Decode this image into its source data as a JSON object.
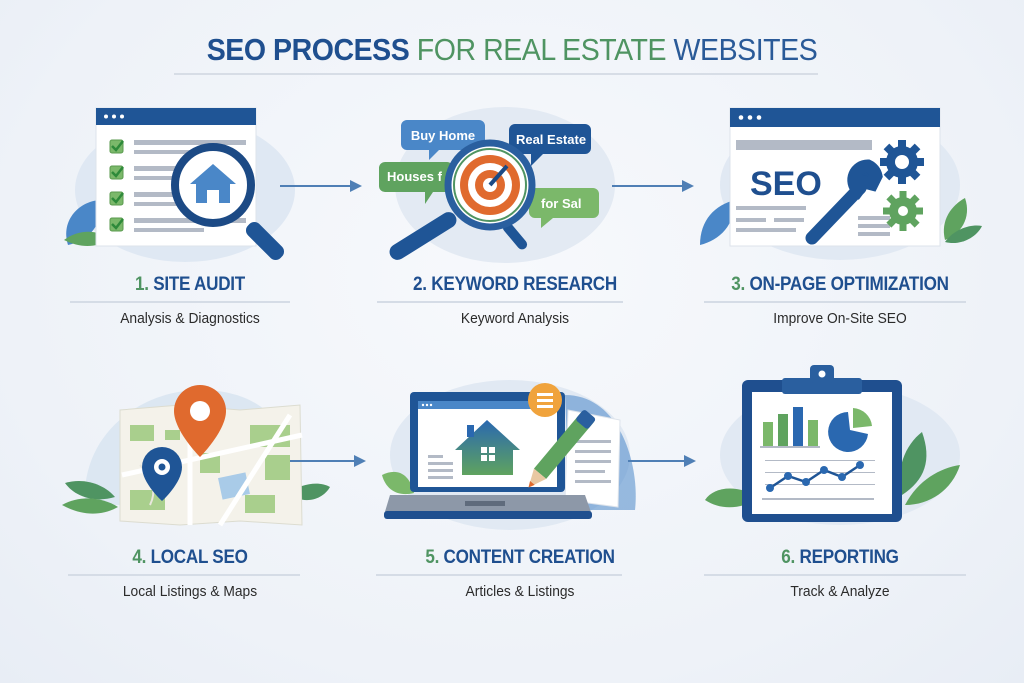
{
  "title": {
    "part1": "SEO PROCESS",
    "part2": "FOR REAL ESTATE",
    "part3": "WEBSITES"
  },
  "colors": {
    "primary_blue": "#1f4f8f",
    "accent_green": "#4f9462",
    "light_blue": "#4a87c8",
    "orange": "#e06a2e",
    "background": "#eef2f8"
  },
  "steps": [
    {
      "number": "1.",
      "title": "SITE AUDIT",
      "subtitle": "Analysis & Diagnostics",
      "icon": "browser-checklist-magnifier-house-icon"
    },
    {
      "number": "2.",
      "title": "KEYWORD RESEARCH",
      "subtitle": "Keyword Analysis",
      "icon": "magnifier-target-keywords-icon",
      "bubbles": [
        "Buy Home",
        "Real Estate",
        "Houses f",
        "for Sal"
      ]
    },
    {
      "number": "3.",
      "title": "ON-PAGE OPTIMIZATION",
      "subtitle": "Improve On-Site SEO",
      "icon": "browser-seo-wrench-gears-icon",
      "screen_text": "SEO"
    },
    {
      "number": "4.",
      "title": "LOCAL SEO",
      "subtitle": "Local Listings & Maps",
      "icon": "map-pins-icon"
    },
    {
      "number": "5.",
      "title": "CONTENT CREATION",
      "subtitle": "Articles & Listings",
      "icon": "laptop-pencil-document-icon"
    },
    {
      "number": "6.",
      "title": "REPORTING",
      "subtitle": "Track & Analyze",
      "icon": "clipboard-charts-icon"
    }
  ],
  "arrows": [
    "arrow-right-icon",
    "arrow-right-icon",
    "arrow-right-icon",
    "arrow-right-icon"
  ]
}
